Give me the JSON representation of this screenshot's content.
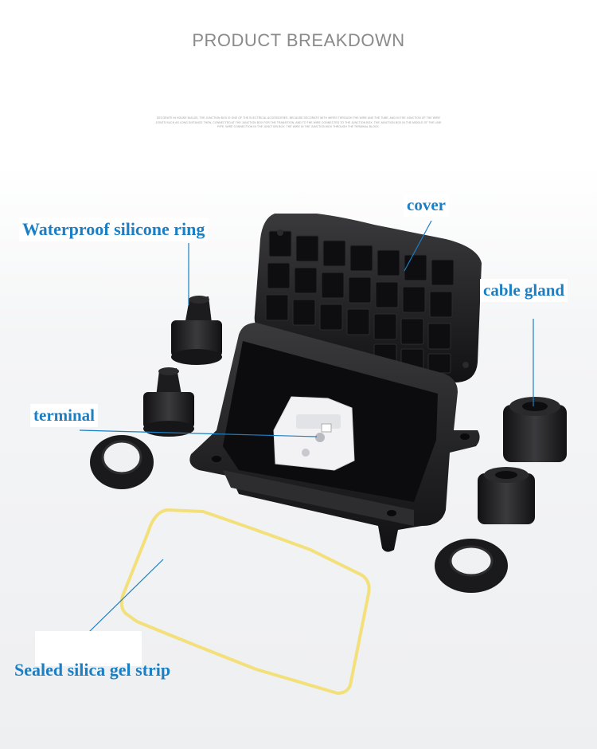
{
  "header": {
    "title": "PRODUCT BREAKDOWN",
    "fineprint": "DECORATE IN HOUSE BUILDS, THE JUNCTION BOX IS ONE OF THE ELECTRICAL ACCESSORIES. BECAUSE DECORATE WITH WIRES THROUGH THE WIRE AND THE TUBE, AND IN THE JUNCTION OF THE WIRE JOINTS SUCH AS LONG DISTANCE THEN, CONNECTED AT THE JUNCTION BOX FOR THE TRANSITION, AND TO THE WIRE CONNECTED TO THE JUNCTION BOX. THE JUNCTION BOX IN THE MIDDLE OF THE LINE PIPE, WIRE CONNECTION IN THE JUNCTION BOX, THE WIRE IN THE JUNCTION BOX THROUGH THE TERMINAL BLOCK."
  },
  "labels": {
    "cover": "cover",
    "silicone_ring": "Waterproof silicone ring",
    "cable_gland": "cable gland",
    "terminal": "terminal",
    "gel_strip": "Sealed silica gel strip"
  },
  "colors": {
    "label": "#1a7fc4",
    "title": "#8a8a8a",
    "plastic": "#1c1c1e",
    "gasket": "#f3e07a"
  }
}
